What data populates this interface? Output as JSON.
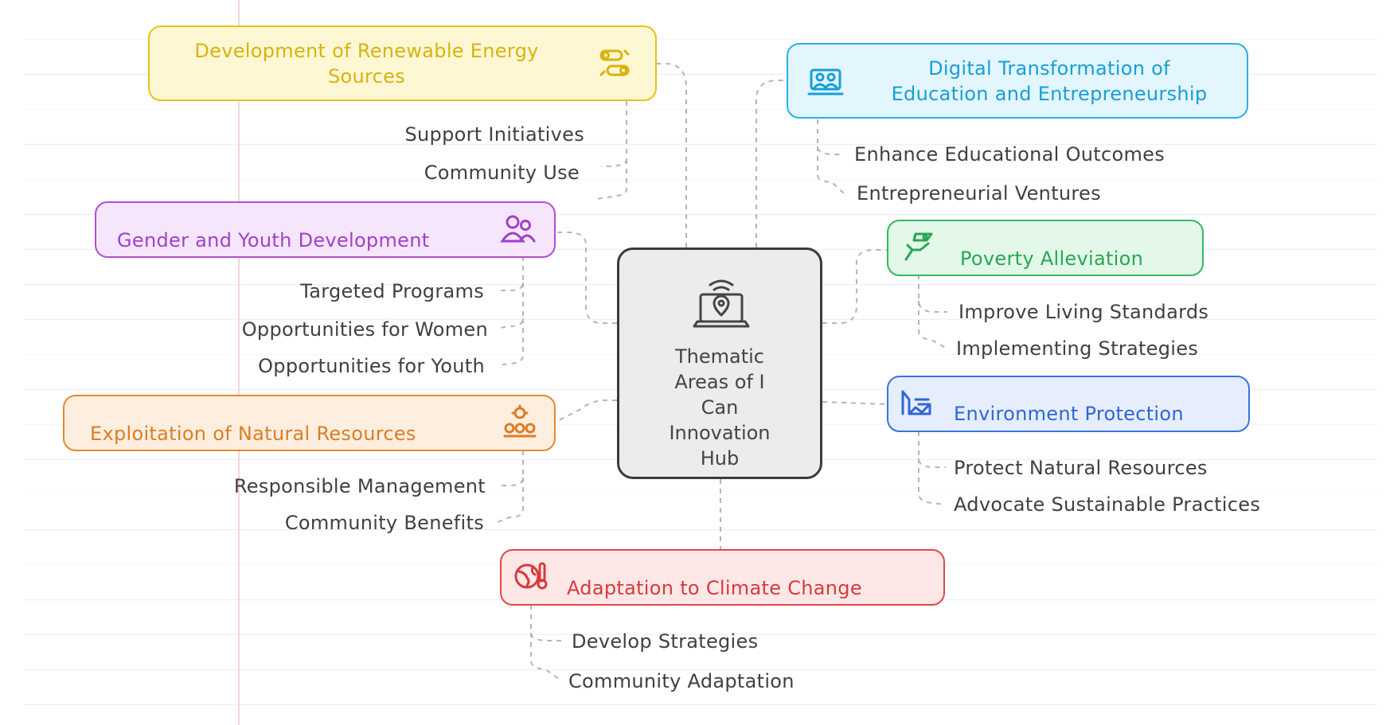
{
  "hub": {
    "title": "Thematic\nAreas of I\nCan\nInnovation\nHub",
    "icon": "laptop-location-icon"
  },
  "branches": [
    {
      "id": "renewable",
      "title": "Development of Renewable Energy\nSources",
      "icon": "energy-switch-icon",
      "color": "#e6c414",
      "fill": "#fdf7d4",
      "items": [
        "Support Initiatives",
        "Community Use"
      ]
    },
    {
      "id": "digital",
      "title": "Digital Transformation of\nEducation and Entrepreneurship",
      "icon": "computer-users-icon",
      "color": "#2ab0e6",
      "fill": "#e3f5fd",
      "items": [
        "Enhance Educational Outcomes",
        "Entrepreneurial Ventures"
      ]
    },
    {
      "id": "gender",
      "title": "Gender and Youth Development",
      "icon": "people-icon",
      "color": "#b04fd4",
      "fill": "#f6e6fb",
      "items": [
        "Targeted Programs",
        "Opportunities for Women",
        "Opportunities for Youth"
      ]
    },
    {
      "id": "poverty",
      "title": "Poverty Alleviation",
      "icon": "helping-hand-icon",
      "color": "#2fb95e",
      "fill": "#e4f8ea",
      "items": [
        "Improve Living Standards",
        "Implementing Strategies"
      ]
    },
    {
      "id": "natural",
      "title": "Exploitation of Natural Resources",
      "icon": "resources-icon",
      "color": "#e6882f",
      "fill": "#fdeedf",
      "items": [
        "Responsible Management",
        "Community Benefits"
      ]
    },
    {
      "id": "environment",
      "title": "Environment Protection",
      "icon": "landscape-icon",
      "color": "#3a71e0",
      "fill": "#e6eefd",
      "items": [
        "Protect Natural Resources",
        "Advocate Sustainable Practices"
      ]
    },
    {
      "id": "climate",
      "title": "Adaptation to Climate Change",
      "icon": "globe-thermometer-icon",
      "color": "#e04848",
      "fill": "#fde7e7",
      "items": [
        "Develop Strategies",
        "Community Adaptation"
      ]
    }
  ]
}
